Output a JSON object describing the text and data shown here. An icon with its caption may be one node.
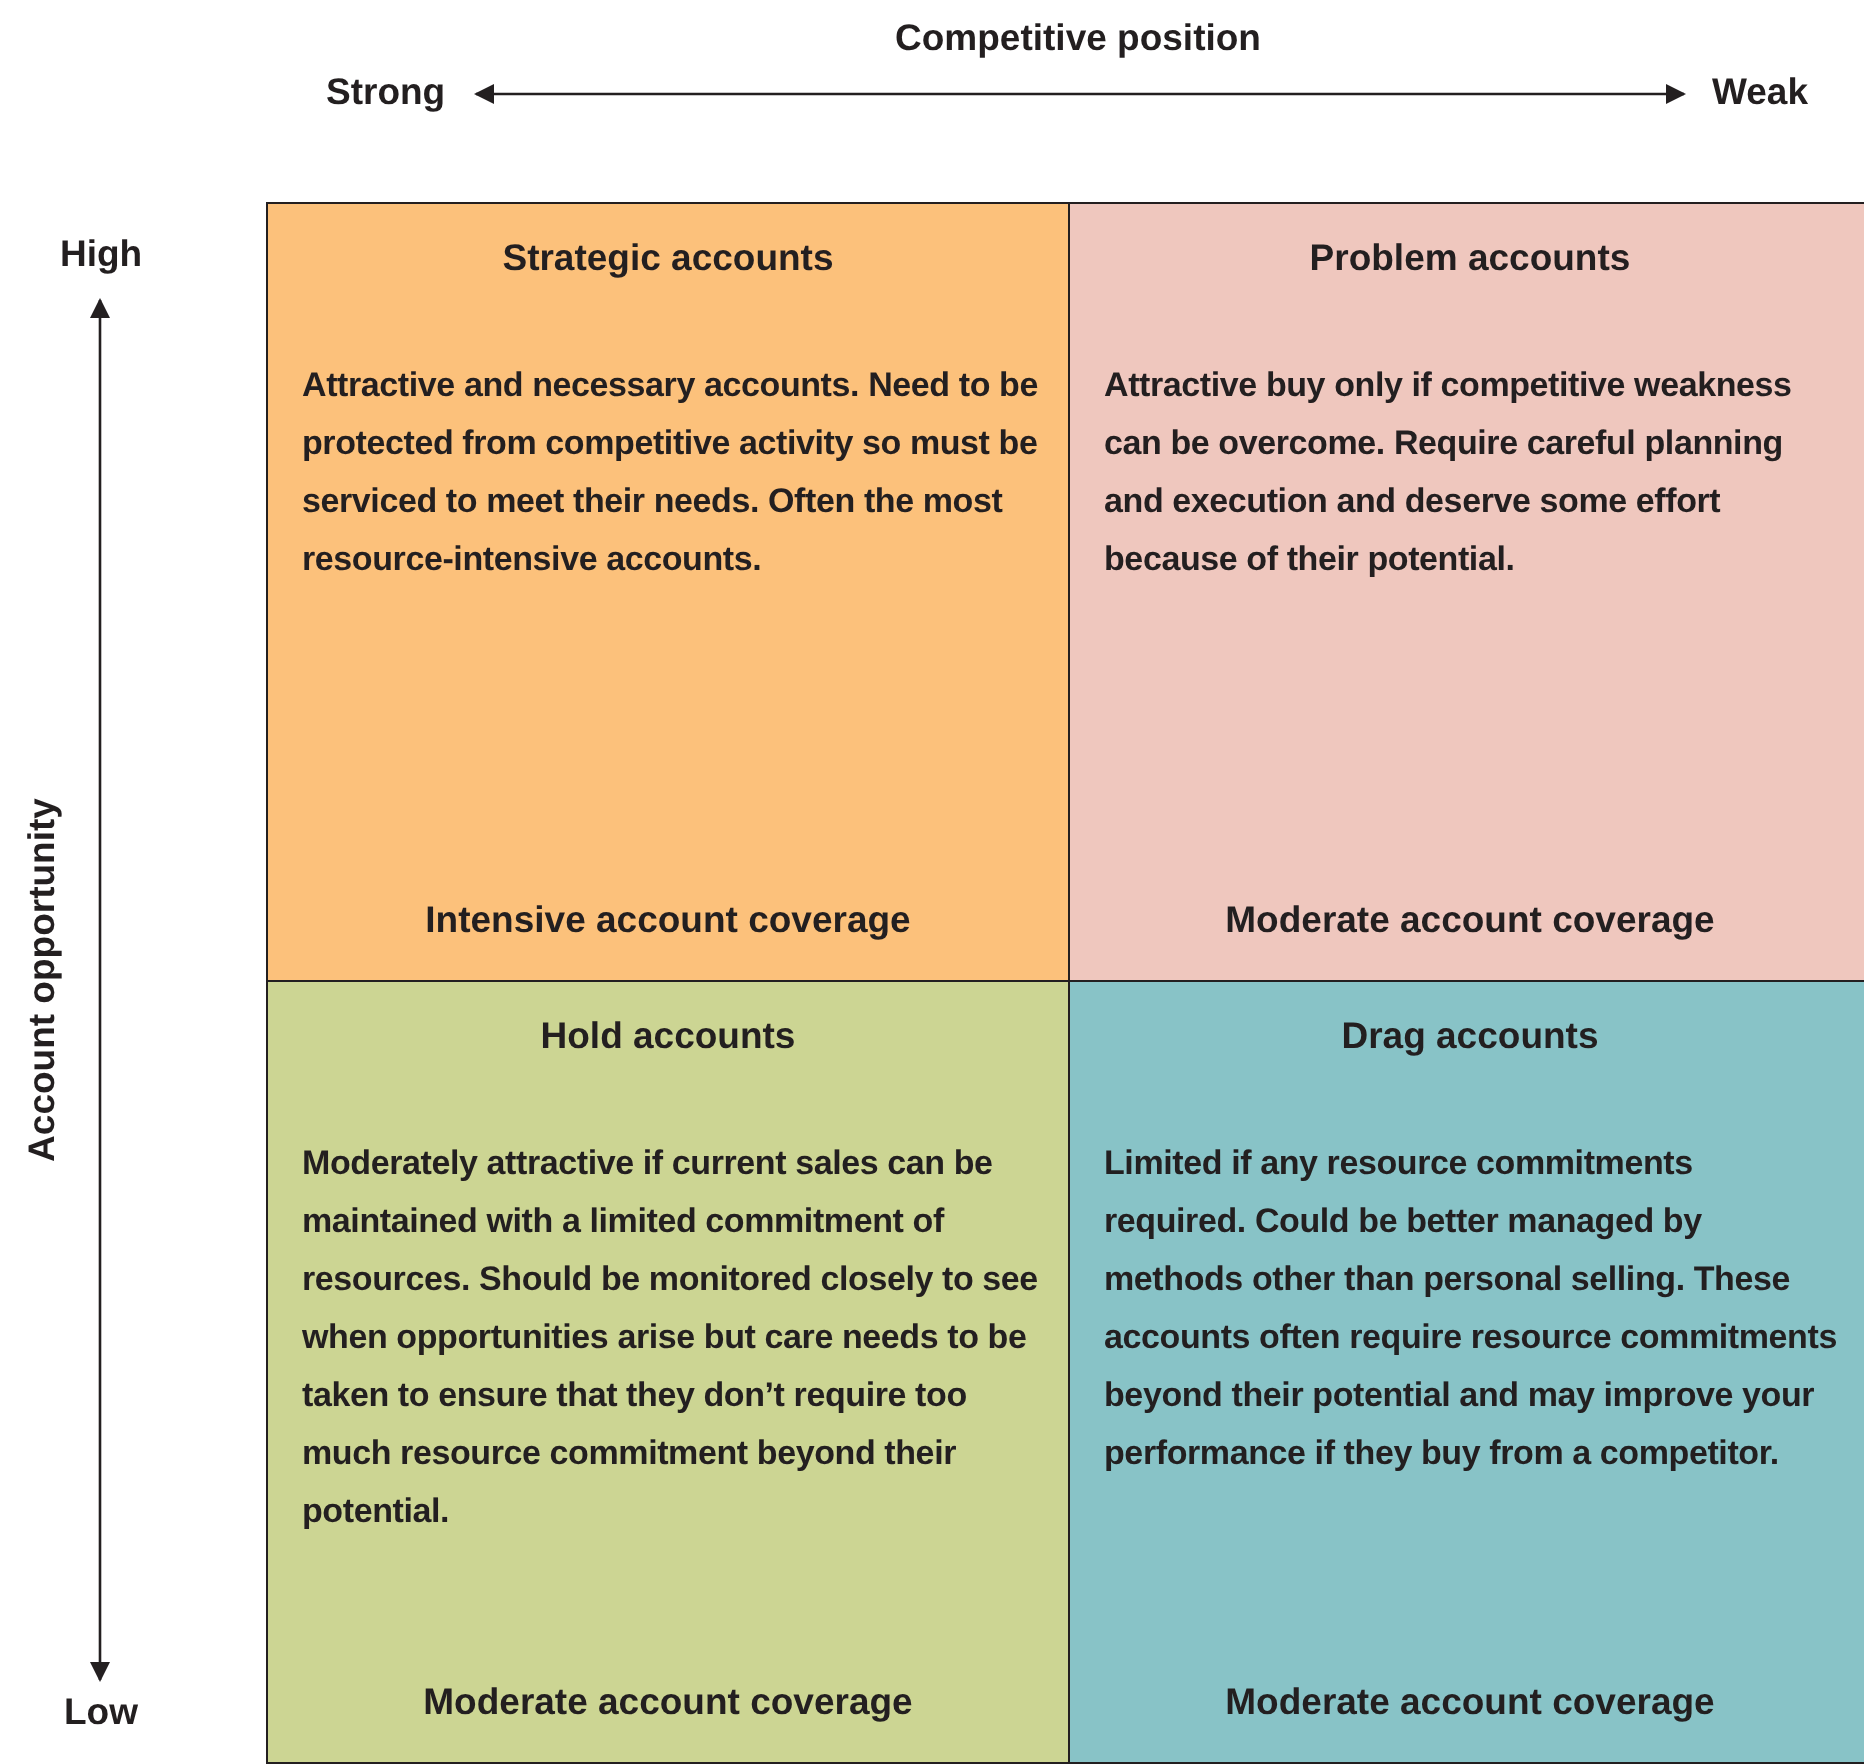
{
  "diagram": {
    "nodes": [
      {
        "text": [
          "Strategic accounts",
          "Attractive and necessary accounts. Need to be protected from competitive activity so must be serviced to meet their needs. Often the most resource-intensive accounts.",
          "Intensive account coverage"
        ]
      },
      {
        "text": [
          "Problem accounts",
          "Attractive buy only if competitive weakness can be overcome. Require careful planning and execution and deserve some effort because of their potential.",
          "Moderate account coverage"
        ]
      },
      {
        "text": [
          "Hold accounts",
          "Moderately attractive if current sales can be maintained with a limited commitment of resources. Should be monitored closely to see when opportunities arise but care needs to be taken to ensure that they don’t require too much resource commitment beyond their potential.",
          "Moderate account coverage"
        ]
      },
      {
        "text": [
          "Drag accounts",
          "Limited if any resource commitments required. Could be better managed by methods other than personal selling. These accounts often require resource commitments beyond their potential and may improve your performance if they buy from a competitor.",
          "Moderate account coverage"
        ]
      }
    ],
    "labels": [
      "Competitive position",
      "Strong",
      "Weak",
      "High",
      "Account opportunity",
      "Low"
    ]
  }
}
